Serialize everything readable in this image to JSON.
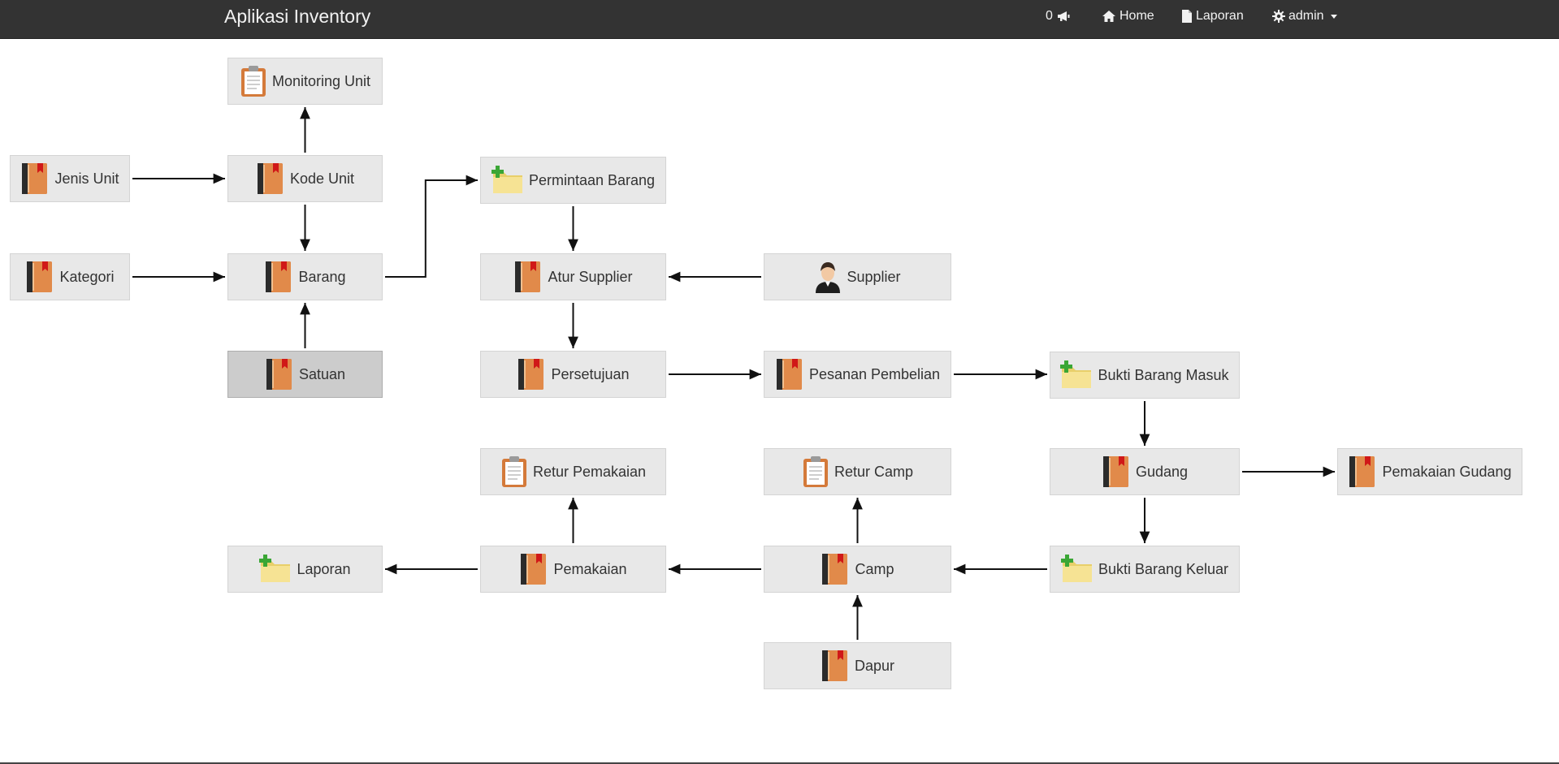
{
  "navbar": {
    "brand": "Aplikasi Inventory",
    "notification_count": "0",
    "notification_icon": "bullhorn-icon",
    "home_label": "Home",
    "laporan_label": "Laporan",
    "user_label": "admin"
  },
  "diagram": {
    "nodes": [
      {
        "id": "monitoring-unit",
        "label": "Monitoring Unit",
        "icon": "clipboard"
      },
      {
        "id": "jenis-unit",
        "label": "Jenis Unit",
        "icon": "book"
      },
      {
        "id": "kode-unit",
        "label": "Kode Unit",
        "icon": "book"
      },
      {
        "id": "permintaan-barang",
        "label": "Permintaan Barang",
        "icon": "folder-add"
      },
      {
        "id": "kategori",
        "label": "Kategori",
        "icon": "book"
      },
      {
        "id": "barang",
        "label": "Barang",
        "icon": "book"
      },
      {
        "id": "atur-supplier",
        "label": "Atur Supplier",
        "icon": "book"
      },
      {
        "id": "supplier",
        "label": "Supplier",
        "icon": "user"
      },
      {
        "id": "satuan",
        "label": "Satuan",
        "icon": "book",
        "active": true
      },
      {
        "id": "persetujuan",
        "label": "Persetujuan",
        "icon": "book"
      },
      {
        "id": "pesanan-pembelian",
        "label": "Pesanan Pembelian",
        "icon": "book"
      },
      {
        "id": "bukti-barang-masuk",
        "label": "Bukti Barang Masuk",
        "icon": "folder-add"
      },
      {
        "id": "retur-pemakaian",
        "label": "Retur Pemakaian",
        "icon": "clipboard"
      },
      {
        "id": "retur-camp",
        "label": "Retur Camp",
        "icon": "clipboard"
      },
      {
        "id": "gudang",
        "label": "Gudang",
        "icon": "book"
      },
      {
        "id": "pemakaian-gudang",
        "label": "Pemakaian Gudang",
        "icon": "book"
      },
      {
        "id": "laporan",
        "label": "Laporan",
        "icon": "folder-add"
      },
      {
        "id": "pemakaian",
        "label": "Pemakaian",
        "icon": "book"
      },
      {
        "id": "camp",
        "label": "Camp",
        "icon": "book"
      },
      {
        "id": "bukti-barang-keluar",
        "label": "Bukti Barang Keluar",
        "icon": "folder-add"
      },
      {
        "id": "dapur",
        "label": "Dapur",
        "icon": "book"
      }
    ],
    "edges": [
      {
        "from": "kode-unit",
        "to": "monitoring-unit"
      },
      {
        "from": "jenis-unit",
        "to": "kode-unit"
      },
      {
        "from": "kode-unit",
        "to": "barang"
      },
      {
        "from": "kategori",
        "to": "barang"
      },
      {
        "from": "satuan",
        "to": "barang"
      },
      {
        "from": "barang",
        "to": "permintaan-barang"
      },
      {
        "from": "permintaan-barang",
        "to": "atur-supplier"
      },
      {
        "from": "supplier",
        "to": "atur-supplier"
      },
      {
        "from": "atur-supplier",
        "to": "persetujuan"
      },
      {
        "from": "persetujuan",
        "to": "pesanan-pembelian"
      },
      {
        "from": "pesanan-pembelian",
        "to": "bukti-barang-masuk"
      },
      {
        "from": "bukti-barang-masuk",
        "to": "gudang"
      },
      {
        "from": "gudang",
        "to": "pemakaian-gudang"
      },
      {
        "from": "gudang",
        "to": "bukti-barang-keluar"
      },
      {
        "from": "bukti-barang-keluar",
        "to": "camp"
      },
      {
        "from": "dapur",
        "to": "camp"
      },
      {
        "from": "camp",
        "to": "retur-camp"
      },
      {
        "from": "camp",
        "to": "pemakaian"
      },
      {
        "from": "pemakaian",
        "to": "retur-pemakaian"
      },
      {
        "from": "pemakaian",
        "to": "laporan"
      }
    ]
  }
}
